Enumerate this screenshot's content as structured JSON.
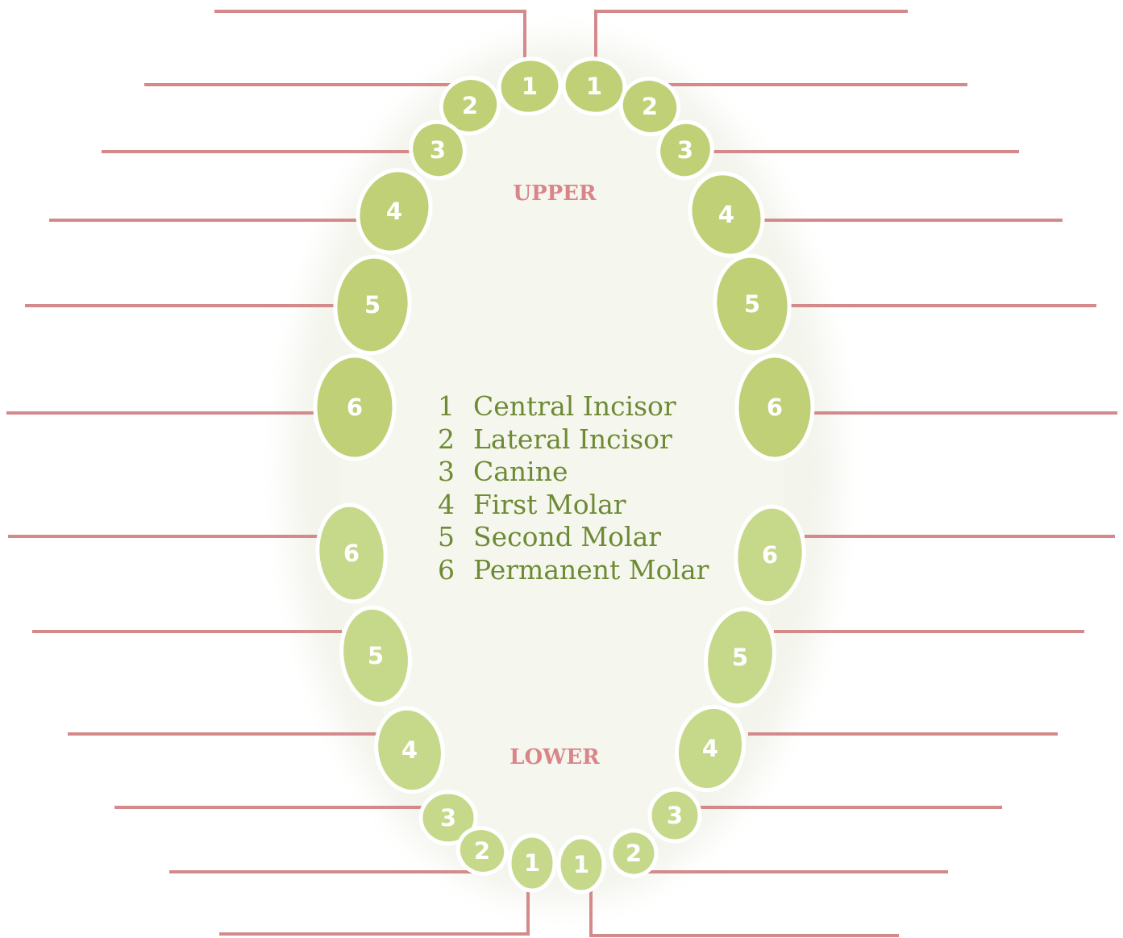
{
  "colors": {
    "line": "#d4898b",
    "upper_tooth": "#bfd077",
    "lower_tooth": "#c6d98b",
    "tooth_outline": "#ffffff",
    "palate": "#f5f7ee",
    "label": "#d9858a",
    "legend": "#6e8a34"
  },
  "labels": {
    "upper": "UPPER",
    "lower": "LOWER"
  },
  "legend": [
    {
      "num": "1",
      "name": "Central Incisor"
    },
    {
      "num": "2",
      "name": "Lateral Incisor"
    },
    {
      "num": "3",
      "name": "Canine"
    },
    {
      "num": "4",
      "name": "First Molar"
    },
    {
      "num": "5",
      "name": "Second Molar"
    },
    {
      "num": "6",
      "name": "Permanent Molar"
    }
  ],
  "upper_right_teeth": [
    "1",
    "2",
    "3",
    "4",
    "5",
    "6"
  ],
  "upper_left_teeth": [
    "1",
    "2",
    "3",
    "4",
    "5",
    "6"
  ],
  "lower_right_teeth": [
    "6",
    "5",
    "4",
    "3",
    "2",
    "1"
  ],
  "lower_left_teeth": [
    "6",
    "5",
    "4",
    "3",
    "2",
    "1"
  ],
  "label_line_count": 24
}
